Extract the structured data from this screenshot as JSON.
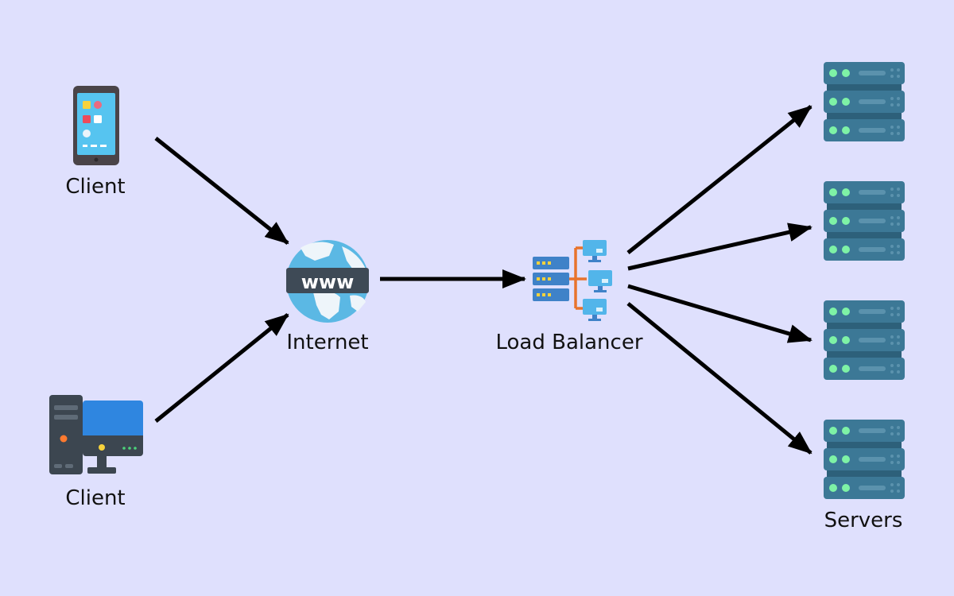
{
  "labels": {
    "client_top": "Client",
    "client_bottom": "Client",
    "internet": "Internet",
    "www": "www",
    "load_balancer": "Load Balancer",
    "servers": "Servers"
  },
  "colors": {
    "background": "#dfe0fd",
    "arrow": "#000000",
    "server_body": "#3c7896",
    "server_led": "#7ef2a6",
    "globe_ocean": "#5bb8e4",
    "globe_land": "#eef5fa",
    "www_banner": "#3e4a56",
    "monitor_blue": "#2f86e0",
    "tower_dark": "#3c4650",
    "connector_orange": "#e8732c",
    "mini_monitor": "#52b5ea"
  },
  "icons": [
    "tablet-icon",
    "desktop-computer-icon",
    "globe-www-icon",
    "load-balancer-icon",
    "server-rack-icon"
  ]
}
